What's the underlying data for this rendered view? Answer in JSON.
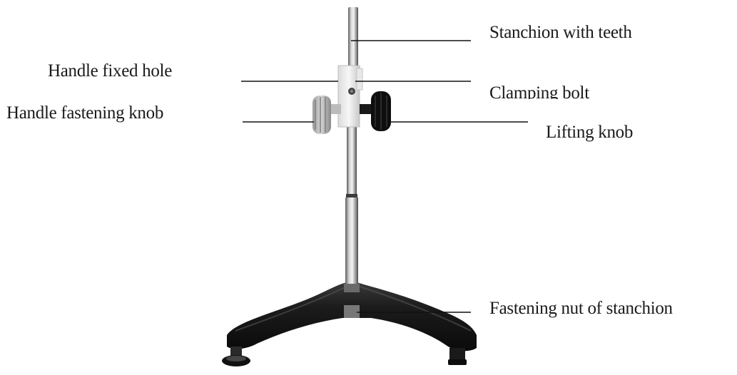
{
  "diagram": {
    "labels": {
      "stanchion_with_teeth": "Stanchion with teeth",
      "handle_fixed_hole": "Handle fixed hole",
      "clamping_bolt": "Clamping bolt",
      "handle_fastening_knob": "Handle fastening knob",
      "lifting_knob": "Lifting knob",
      "fastening_nut_of_stanchion": "Fastening nut of stanchion"
    }
  }
}
